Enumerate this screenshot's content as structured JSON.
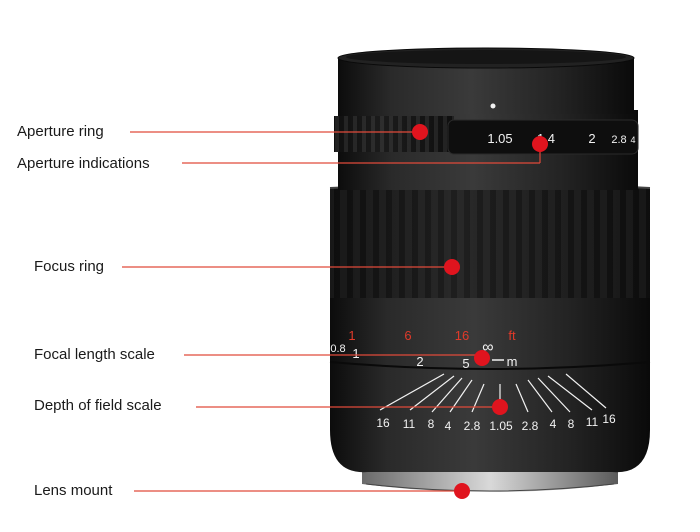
{
  "callouts": [
    {
      "id": "aperture-ring",
      "label": "Aperture ring"
    },
    {
      "id": "aperture-indications",
      "label": "Aperture indications"
    },
    {
      "id": "focus-ring",
      "label": "Focus ring"
    },
    {
      "id": "focal-length-scale",
      "label": "Focal length scale"
    },
    {
      "id": "depth-of-field-scale",
      "label": "Depth of field scale"
    },
    {
      "id": "lens-mount",
      "label": "Lens mount"
    }
  ],
  "aperture_scale": [
    "1.05",
    "1.4",
    "2",
    "2.8",
    "4"
  ],
  "distance_scale_ft": [
    "1",
    "6",
    "16",
    "ft"
  ],
  "distance_scale_m": [
    "1",
    "2",
    "5",
    "∞",
    "m"
  ],
  "distance_scale_edge": "0.8",
  "dof_scale": [
    "16",
    "11",
    "8",
    "4",
    "2.8",
    "1.05",
    "2.8",
    "4",
    "8",
    "11",
    "16"
  ],
  "colors": {
    "callout_line": "#e04a3a",
    "callout_dot": "#e0141e",
    "lens_body": "#1c1c1c",
    "scale_white": "#f2f2f2",
    "scale_red": "#e03a2a"
  }
}
